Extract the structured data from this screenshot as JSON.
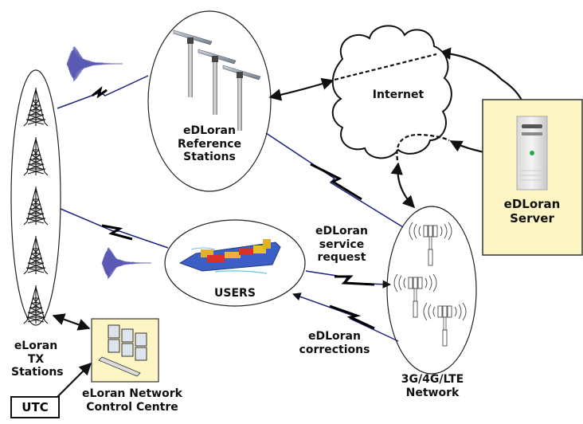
{
  "diagram": {
    "title": "eDLoran system architecture",
    "nodes": {
      "tx_stations": {
        "lines": [
          "eLoran",
          "TX",
          "Stations"
        ],
        "tower_count": 5
      },
      "reference_stations": {
        "lines": [
          "eDLoran",
          "Reference",
          "Stations"
        ],
        "antenna_count": 3
      },
      "internet": {
        "label": "Internet"
      },
      "server": {
        "lines": [
          "eDLoran",
          "Server"
        ]
      },
      "users": {
        "label": "USERS"
      },
      "cellular_network": {
        "lines": [
          "3G/4G/LTE",
          "Network"
        ],
        "tower_count": 3
      },
      "control_centre": {
        "lines": [
          "eLoran Network",
          "Control Centre"
        ]
      },
      "utc": {
        "label": "UTC"
      }
    },
    "edge_labels": {
      "service_request": [
        "eDLoran",
        "service",
        "request"
      ],
      "corrections": [
        "eDLoran",
        "corrections"
      ]
    },
    "colors": {
      "radio_link": "#1a237e",
      "wire": "#111111",
      "box_fill": "#fdf6c4",
      "waveform": "#5a5ab4",
      "server_led": "#22aa44"
    }
  }
}
